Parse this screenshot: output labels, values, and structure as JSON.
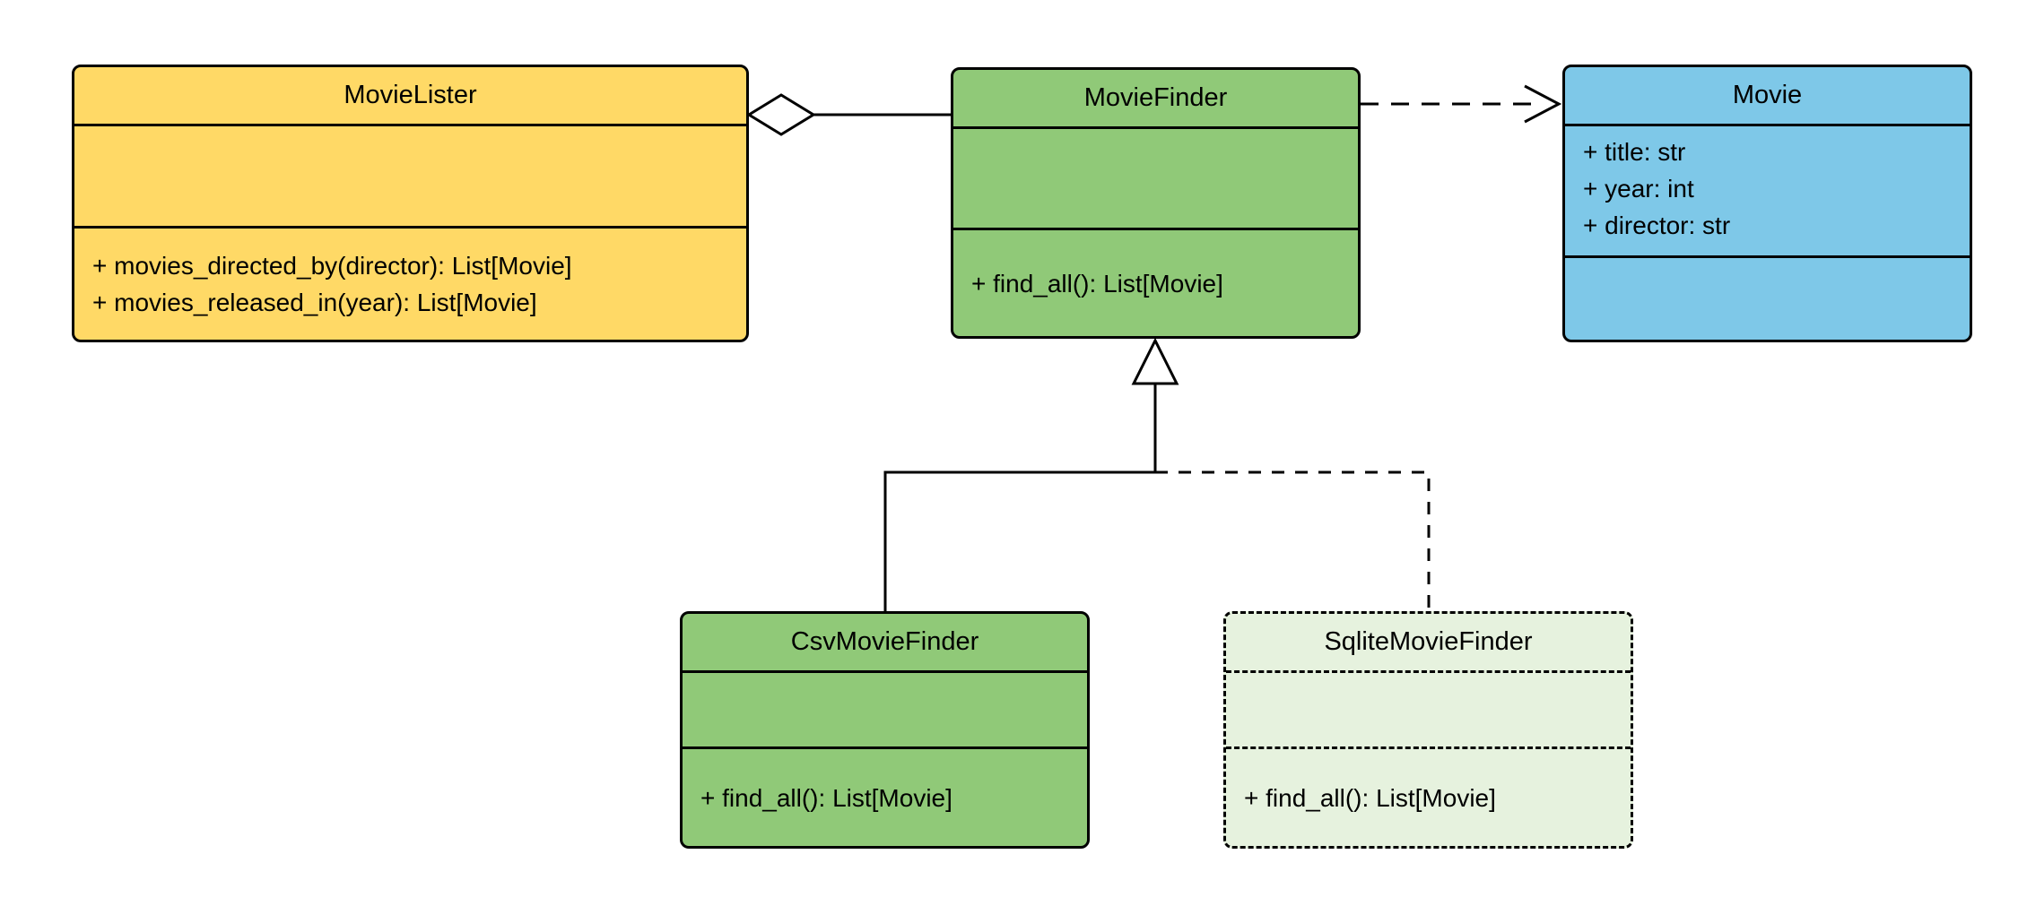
{
  "diagram": {
    "classes": {
      "movie_lister": {
        "name": "MovieLister",
        "attributes": [],
        "methods": [
          "+ movies_directed_by(director): List[Movie]",
          "+ movies_released_in(year): List[Movie]"
        ],
        "fill": "#FFD966"
      },
      "movie_finder": {
        "name": "MovieFinder",
        "attributes": [],
        "methods": [
          "+ find_all(): List[Movie]"
        ],
        "fill": "#90C978"
      },
      "movie": {
        "name": "Movie",
        "attributes": [
          "+ title: str",
          "+ year: int",
          "+ director: str"
        ],
        "methods": [],
        "fill": "#7EC8E8"
      },
      "csv_movie_finder": {
        "name": "CsvMovieFinder",
        "attributes": [],
        "methods": [
          "+ find_all(): List[Movie]"
        ],
        "fill": "#90C978"
      },
      "sqlite_movie_finder": {
        "name": "SqliteMovieFinder",
        "attributes": [],
        "methods": [
          "+ find_all(): List[Movie]"
        ],
        "fill": "#E6F2DE"
      }
    },
    "relationships": [
      {
        "type": "aggregation",
        "from": "MovieLister",
        "to": "MovieFinder",
        "line": "solid",
        "marker": "open-diamond"
      },
      {
        "type": "dependency",
        "from": "MovieFinder",
        "to": "Movie",
        "line": "dashed",
        "marker": "open-arrow"
      },
      {
        "type": "inheritance",
        "from": "CsvMovieFinder",
        "to": "MovieFinder",
        "line": "solid",
        "marker": "hollow-triangle"
      },
      {
        "type": "inheritance",
        "from": "SqliteMovieFinder",
        "to": "MovieFinder",
        "line": "dashed",
        "marker": "hollow-triangle"
      }
    ],
    "colors": {
      "movie_lister_fill": "#FFD966",
      "movie_finder_fill": "#90C978",
      "movie_fill": "#7EC8E8",
      "sqlite_fill": "#E6F2DE",
      "line": "#000000",
      "background": "#FFFFFF"
    }
  }
}
